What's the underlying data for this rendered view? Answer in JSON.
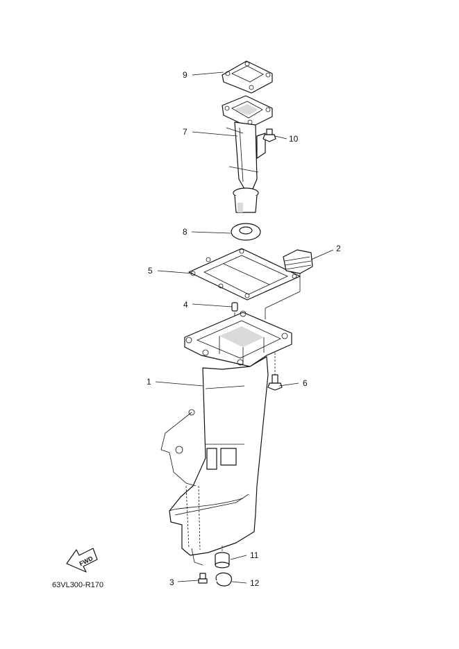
{
  "callouts": {
    "c1": "1",
    "c2": "2",
    "c3": "3",
    "c4": "4",
    "c5": "5",
    "c6": "6",
    "c7": "7",
    "c8": "8",
    "c9": "9",
    "c10": "10",
    "c11": "11",
    "c12": "12"
  },
  "fwd_arrow_text": "FWD",
  "figure_code": "63VL300-R170"
}
